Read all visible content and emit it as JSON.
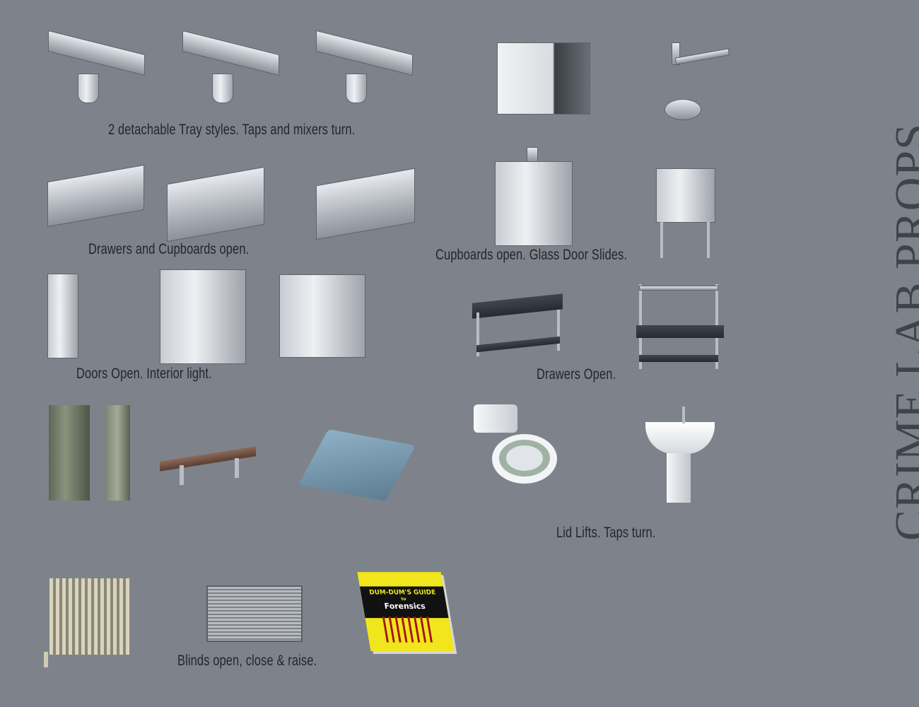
{
  "title": "CRIME LAB PROPS",
  "captions": {
    "trays": "2 detachable Tray styles. Taps and mixers turn.",
    "drawers": "Drawers and Cupboards open.",
    "fume": "Cupboards open. Glass Door Slides.",
    "cabinets": "Doors Open. Interior light.",
    "tables": "Drawers Open.",
    "toilet": "Lid Lifts. Taps turn.",
    "blinds": "Blinds open, close & raise."
  },
  "book": {
    "line1": "DUM-DUM'S GUIDE",
    "line2": "to",
    "line3": "Forensics",
    "cover_color": "#f1e51c",
    "band_color": "#111111",
    "blood_color": "#a31616"
  },
  "colors": {
    "background": "#7e838b",
    "caption": "#22262b",
    "title": "#40444a"
  }
}
